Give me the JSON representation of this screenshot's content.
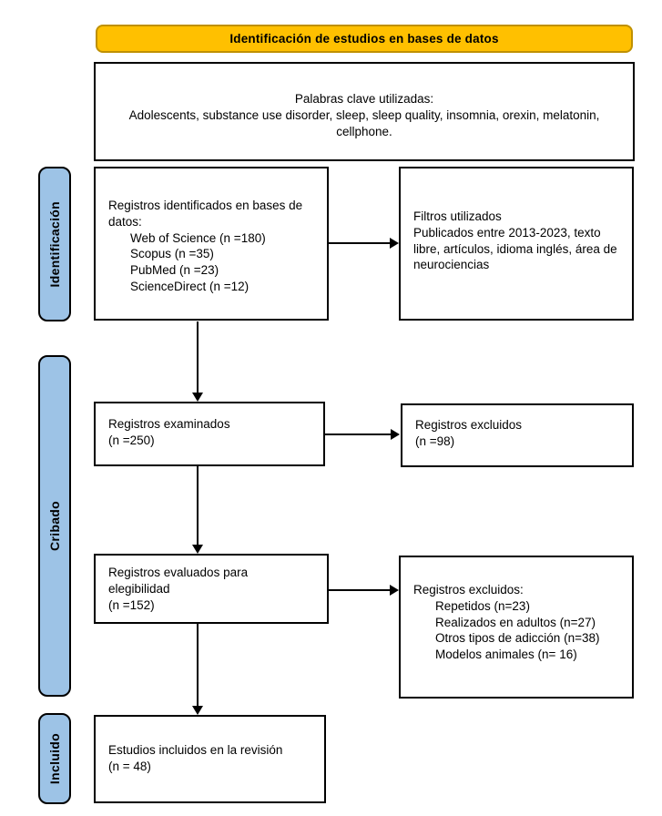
{
  "header": {
    "title": "Identificación de estudios en bases de datos"
  },
  "keywords_box": {
    "title": "Palabras clave utilizadas:",
    "body": "Adolescents, substance use disorder, sleep, sleep quality, insomnia, orexin, melatonin, cellphone."
  },
  "stages": [
    {
      "label": "Identificación"
    },
    {
      "label": "Cribado"
    },
    {
      "label": "Incluido"
    }
  ],
  "boxes": {
    "identified": {
      "title": "Registros identificados en bases de datos:",
      "items": [
        "Web of Science (n =180)",
        "Scopus (n =35)",
        "PubMed (n =23)",
        "ScienceDirect (n =12)"
      ]
    },
    "filters": {
      "title": "Filtros utilizados",
      "body": "Publicados entre 2013-2023, texto libre, artículos, idioma inglés, área de neurociencias"
    },
    "screened": {
      "title": "Registros examinados",
      "count": "(n =250)"
    },
    "excluded_screening": {
      "title": "Registros excluidos",
      "count": "(n =98)"
    },
    "eligibility": {
      "title": "Registros evaluados para elegibilidad",
      "count": "(n =152)"
    },
    "excluded_eligibility": {
      "title": "Registros excluidos:",
      "items": [
        "Repetidos (n=23)",
        "Realizados en adultos (n=27)",
        "Otros tipos de adicción (n=38)",
        "Modelos animales (n= 16)"
      ]
    },
    "included": {
      "title": "Estudios incluidos en la revisión",
      "count": "(n = 48)"
    }
  },
  "colors": {
    "banner_fill": "#FFC000",
    "banner_border": "#BF9000",
    "stage_fill": "#9DC3E6",
    "box_border": "#000000",
    "background": "#FFFFFF"
  }
}
